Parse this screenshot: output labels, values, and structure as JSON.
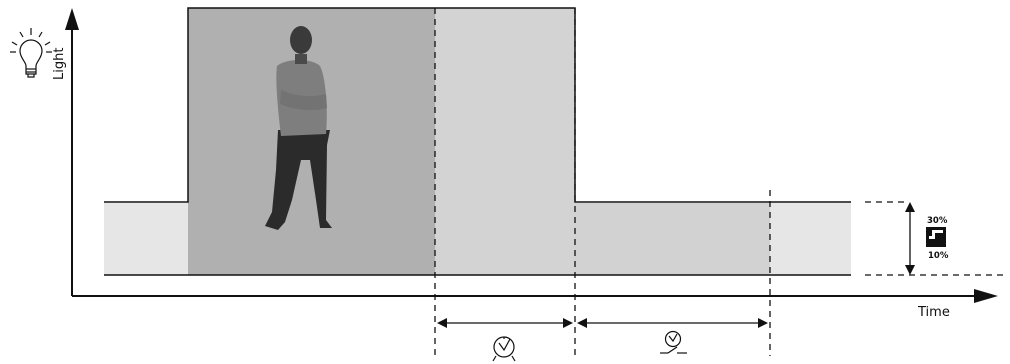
{
  "axes": {
    "y_label": "Light",
    "x_label": "Time"
  },
  "levels": {
    "high": "30%",
    "low": "10%"
  },
  "icons": {
    "light": "light-bulb-icon",
    "person": "person-presence-icon",
    "hold_time": "clock-icon",
    "switch_off_delay": "clock-switch-icon",
    "level_setting": "stepped-level-icon"
  },
  "colors": {
    "presence": "#b0b0b0",
    "hold_time": "#d3d3d3",
    "standby": "#e6e6e6",
    "standby_delay": "#d2d2d2"
  }
}
